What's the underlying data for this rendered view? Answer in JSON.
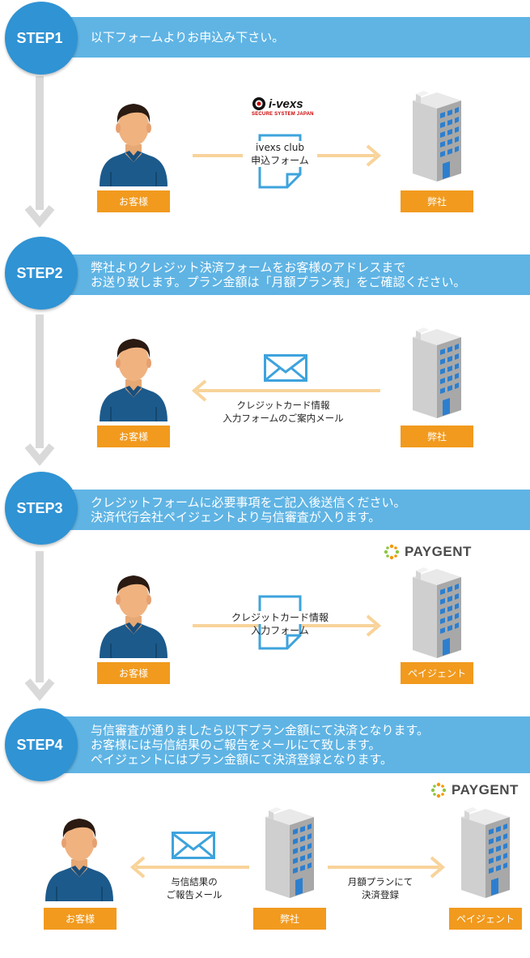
{
  "steps": [
    {
      "badge": "STEP1",
      "lines": [
        "以下フォームよりお申込み下さい。"
      ]
    },
    {
      "badge": "STEP2",
      "lines": [
        "弊社よりクレジット決済フォームをお客様のアドレスまで",
        "お送り致します。プラン金額は「月額プラン表」をご確認ください。"
      ]
    },
    {
      "badge": "STEP3",
      "lines": [
        "クレジットフォームに必要事項をご記入後送信ください。",
        "決済代行会社ペイジェントより与信審査が入ります。"
      ]
    },
    {
      "badge": "STEP4",
      "lines": [
        "与信審査が通りましたら以下プラン金額にて決済となります。",
        "お客様には与信結果のご報告をメールにて致します。",
        "ペイジェントにはプラン金額にて決済登録となります。"
      ]
    }
  ],
  "labels": {
    "customer": "お客様",
    "company": "弊社",
    "paygent": "ペイジェント"
  },
  "step1": {
    "doc_lines": [
      "ivexs club",
      "申込フォーム"
    ],
    "logo_main": "i-vexs",
    "logo_sub": "SECURE SYSTEM JAPAN"
  },
  "step2": {
    "mail_lines": [
      "クレジットカード情報",
      "入力フォームのご案内メール"
    ]
  },
  "step3": {
    "doc_lines": [
      "クレジットカード情報",
      "入力フォーム"
    ],
    "logo": "PAYGENT"
  },
  "step4": {
    "mail_lines": [
      "与信結果の",
      "ご報告メール"
    ],
    "register_lines": [
      "月額プランにて",
      "決済登録"
    ],
    "logo": "PAYGENT"
  },
  "colors": {
    "banner": "#5fb4e4",
    "badge": "#2f93d4",
    "label": "#f19a1e",
    "arrow": "#f8d39a",
    "flow_arrow": "#d9d9d9",
    "icon_blue": "#3ea3dd"
  }
}
